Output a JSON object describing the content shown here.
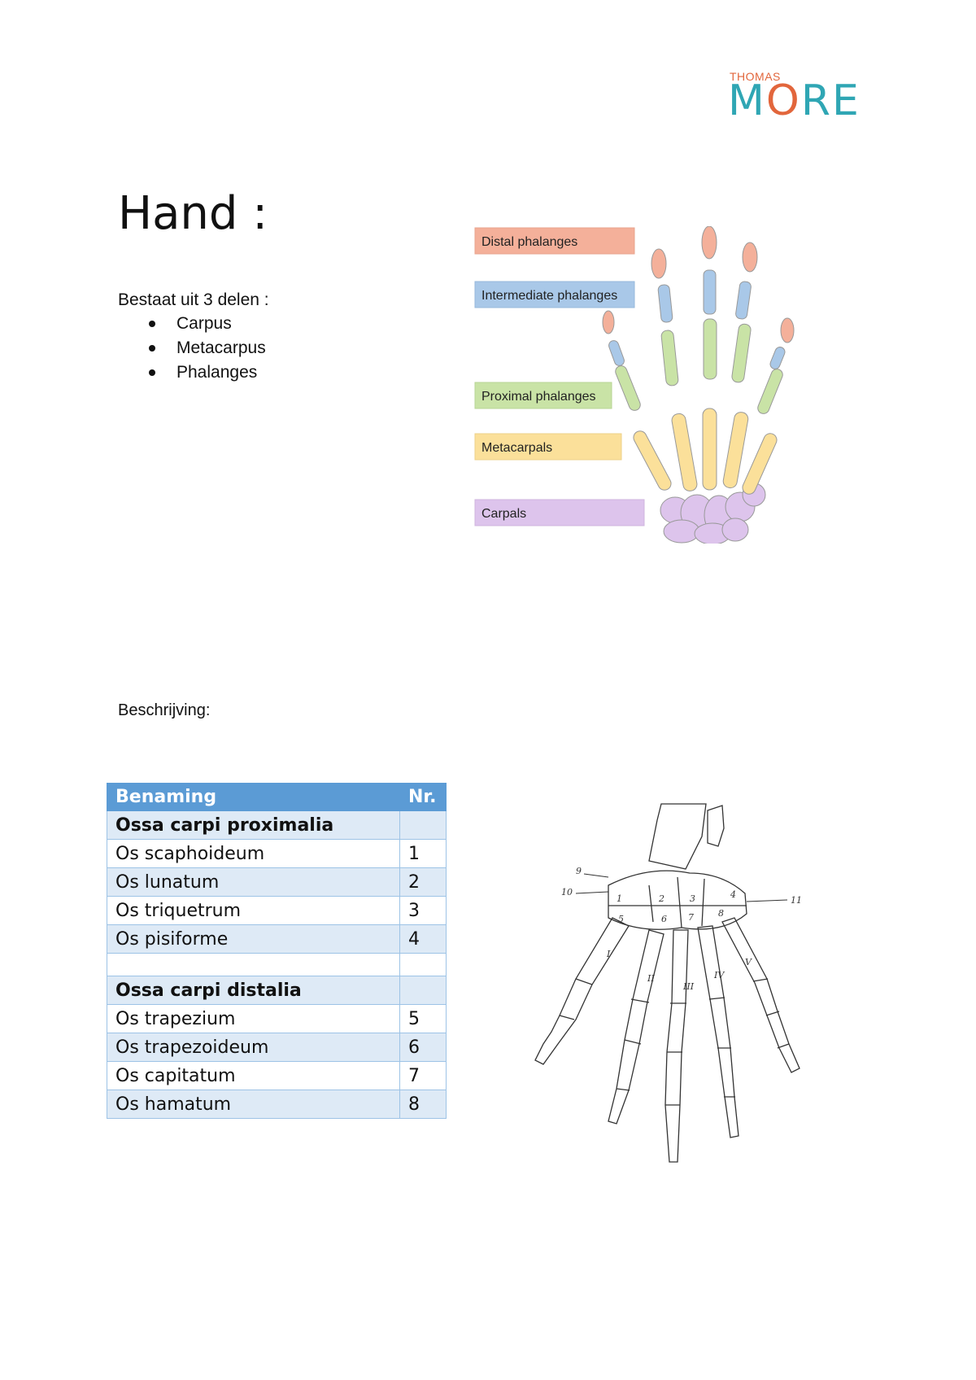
{
  "logo": {
    "small": "THOMAS",
    "big_left": "M",
    "big_o": "O",
    "big_right": "RE"
  },
  "title": "Hand :",
  "intro": "Bestaat uit 3 delen :",
  "parts": [
    "Carpus",
    "Metacarpus",
    "Phalanges"
  ],
  "hand_labels": {
    "distal": "Distal phalanges",
    "intermediate": "Intermediate phalanges",
    "proximal": "Proximal phalanges",
    "metacarpals": "Metacarpals",
    "carpals": "Carpals"
  },
  "colors": {
    "distal": "#f4b09a",
    "intermediate": "#a9c8e8",
    "proximal": "#c9e3a6",
    "metacarpals": "#fbe09a",
    "carpals": "#ddc4ec",
    "table_header": "#5b9bd5",
    "table_band": "#deeaf6"
  },
  "description_label": "Beschrijving:",
  "table": {
    "headers": [
      "Benaming",
      "Nr."
    ],
    "rows": [
      {
        "name": "Ossa carpi proximalia",
        "nr": "",
        "bold": true,
        "band": true
      },
      {
        "name": "Os scaphoideum",
        "nr": "1",
        "bold": false,
        "band": false
      },
      {
        "name": "Os lunatum",
        "nr": "2",
        "bold": false,
        "band": true
      },
      {
        "name": "Os triquetrum",
        "nr": "3",
        "bold": false,
        "band": false
      },
      {
        "name": "Os pisiforme",
        "nr": "4",
        "bold": false,
        "band": true
      },
      {
        "name": "",
        "nr": "",
        "bold": false,
        "band": false,
        "blank": true
      },
      {
        "name": "Ossa carpi distalia",
        "nr": "",
        "bold": true,
        "band": true
      },
      {
        "name": "Os trapezium",
        "nr": "5",
        "bold": false,
        "band": false
      },
      {
        "name": "Os trapezoideum",
        "nr": "6",
        "bold": false,
        "band": true
      },
      {
        "name": "Os capitatum",
        "nr": "7",
        "bold": false,
        "band": false
      },
      {
        "name": "Os hamatum",
        "nr": "8",
        "bold": false,
        "band": true
      }
    ]
  },
  "drawing_labels": {
    "metacarpals": [
      "I",
      "II",
      "III",
      "IV",
      "V"
    ],
    "carpals": [
      "1",
      "2",
      "3",
      "4",
      "5",
      "6",
      "7",
      "8"
    ],
    "extra": [
      "9",
      "10",
      "11"
    ]
  }
}
